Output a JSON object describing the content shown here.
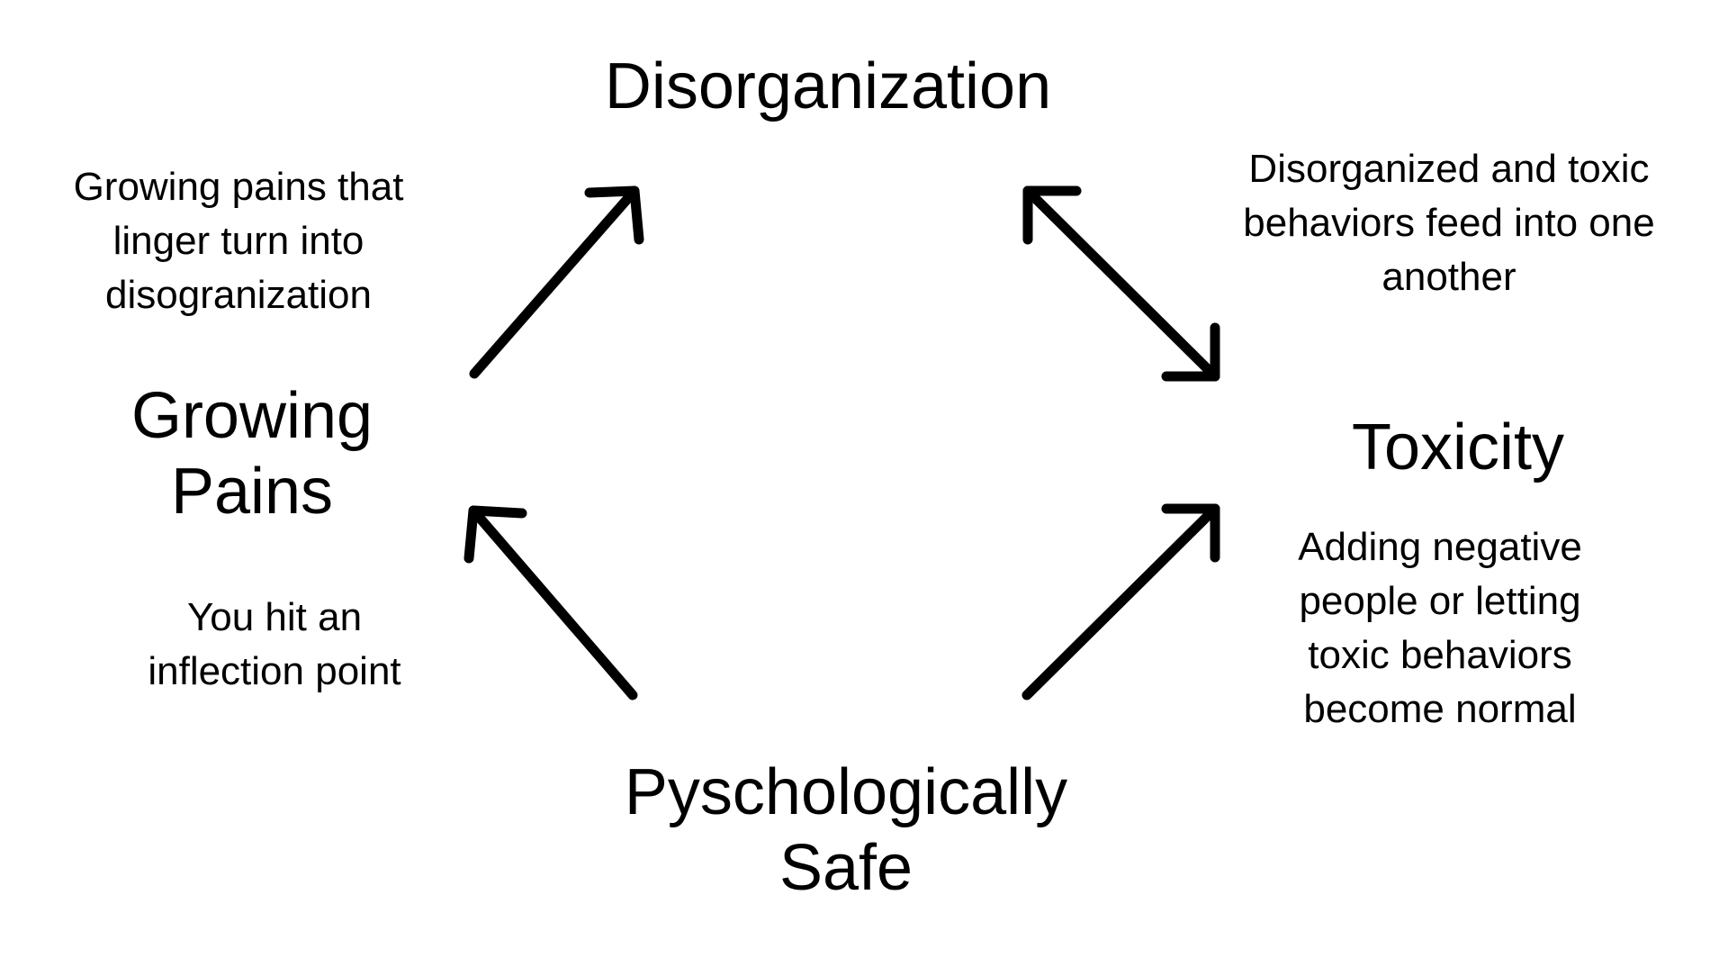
{
  "nodes": {
    "disorganization": {
      "lines": [
        "Disorganization"
      ]
    },
    "growing_pains": {
      "lines": [
        "Growing",
        "Pains"
      ]
    },
    "toxicity": {
      "lines": [
        "Toxicity"
      ]
    },
    "psych_safe": {
      "lines": [
        "Pyschologically",
        "Safe"
      ]
    }
  },
  "notes": {
    "growing_to_disorg": {
      "lines": [
        "Growing pains that",
        "linger turn into",
        "disogranization"
      ]
    },
    "disorg_toxic": {
      "lines": [
        "Disorganized and toxic",
        "behaviors feed into one",
        "another"
      ]
    },
    "safe_to_growing": {
      "lines": [
        "You hit an",
        "inflection point"
      ]
    },
    "safe_to_toxic": {
      "lines": [
        "Adding negative",
        "people or letting",
        "toxic behaviors",
        "become normal"
      ]
    }
  },
  "colors": {
    "background": "#ffffff",
    "ink": "#000000"
  },
  "arrows": [
    {
      "name": "arrow-growing-to-disorganization",
      "from": "Growing Pains",
      "to": "Disorganization",
      "heads": "end"
    },
    {
      "name": "arrow-disorganization-toxicity",
      "from": "Disorganization",
      "to": "Toxicity",
      "heads": "both"
    },
    {
      "name": "arrow-safe-to-growing",
      "from": "Pyschologically Safe",
      "to": "Growing Pains",
      "heads": "end"
    },
    {
      "name": "arrow-safe-to-toxicity",
      "from": "Pyschologically Safe",
      "to": "Toxicity",
      "heads": "end"
    }
  ]
}
